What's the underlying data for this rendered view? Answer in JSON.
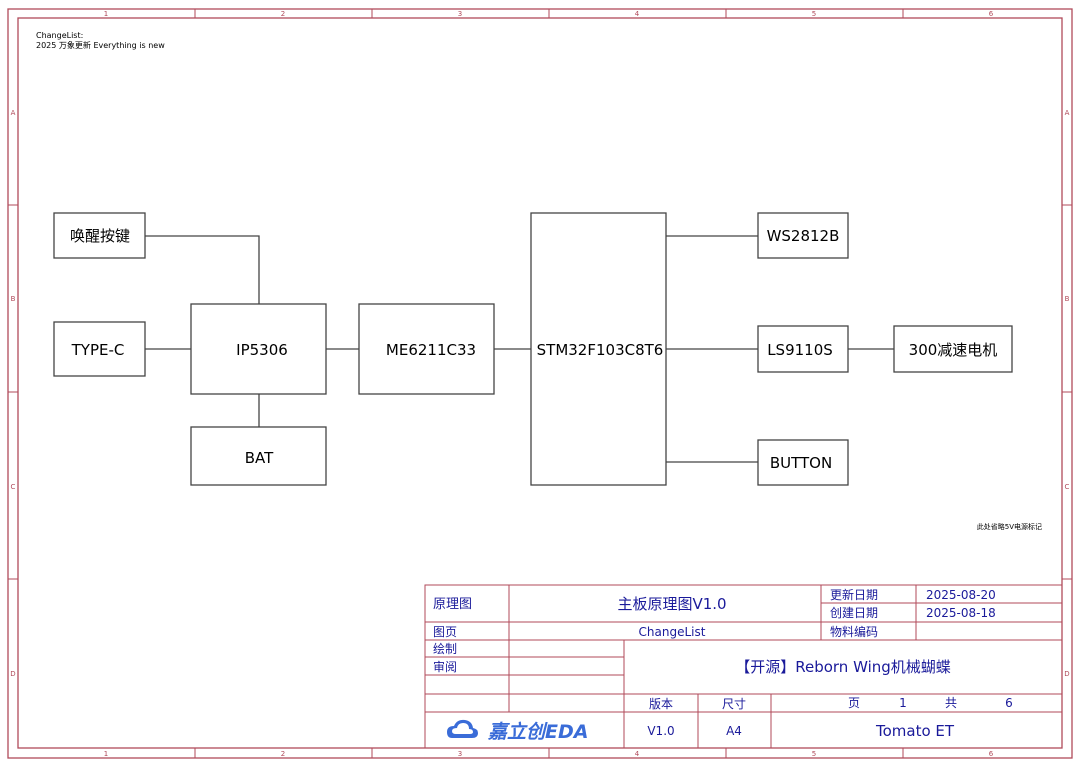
{
  "changelist": {
    "line1": "ChangeList:",
    "line2": "2025 万象更新 Everything is new"
  },
  "zones": {
    "columns": [
      "1",
      "2",
      "3",
      "4",
      "5",
      "6"
    ],
    "rows": [
      "A",
      "B",
      "C",
      "D"
    ]
  },
  "blocks": {
    "wake_key": "唤醒按键",
    "type_c": "TYPE-C",
    "ip5306": "IP5306",
    "bat": "BAT",
    "ldo": "ME6211C33",
    "mcu": "STM32F103C8T6",
    "led": "WS2812B",
    "driver": "LS9110S",
    "motor": "300减速电机",
    "button": "BUTTON"
  },
  "note": "此处省略5V电源标记",
  "title_block": {
    "schematic_label": "原理图",
    "schematic_value": "主板原理图V1.0",
    "page_label": "图页",
    "page_value": "ChangeList",
    "drawn_label": "绘制",
    "review_label": "审阅",
    "updated_label": "更新日期",
    "updated_value": "2025-08-20",
    "created_label": "创建日期",
    "created_value": "2025-08-18",
    "material_label": "物料编码",
    "project_title": "【开源】Reborn Wing机械蝴蝶",
    "version_label": "版本",
    "size_label": "尺寸",
    "page_word": "页",
    "page_num": "1",
    "total_word": "共",
    "total_num": "6",
    "version_value": "V1.0",
    "size_value": "A4",
    "author": "Tomato ET",
    "logo_text": "嘉立创EDA"
  },
  "colors": {
    "frame": "#b04a5a",
    "title_text": "#1a1a9a",
    "logo": "#3a6cd8"
  }
}
